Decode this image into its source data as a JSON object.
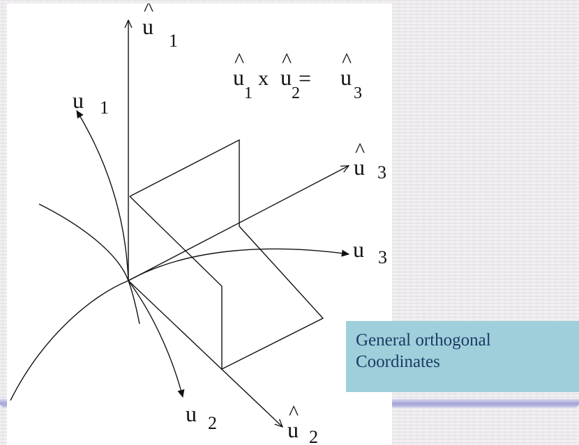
{
  "diagram": {
    "labels": {
      "u1_hat": {
        "base": "u",
        "hat": "^",
        "sub": "1"
      },
      "u1_curve": {
        "base": "u",
        "sub": "1"
      },
      "u2_curve": {
        "base": "u",
        "sub": "2"
      },
      "u2_hat": {
        "base": "u",
        "hat": "^",
        "sub": "2"
      },
      "u3_hat": {
        "base": "u",
        "hat": "^",
        "sub": "3"
      },
      "u3_curve": {
        "base": "u",
        "sub": "3"
      }
    },
    "equation": {
      "first": {
        "base": "u",
        "hat": "^",
        "sub": "1"
      },
      "times": "x",
      "second": {
        "base": "u",
        "hat": "^",
        "sub": "2"
      },
      "equals": "=",
      "result": {
        "base": "u",
        "hat": "^",
        "sub": "3"
      }
    }
  },
  "caption": {
    "line1": "General orthogonal",
    "line2": "Coordinates"
  }
}
